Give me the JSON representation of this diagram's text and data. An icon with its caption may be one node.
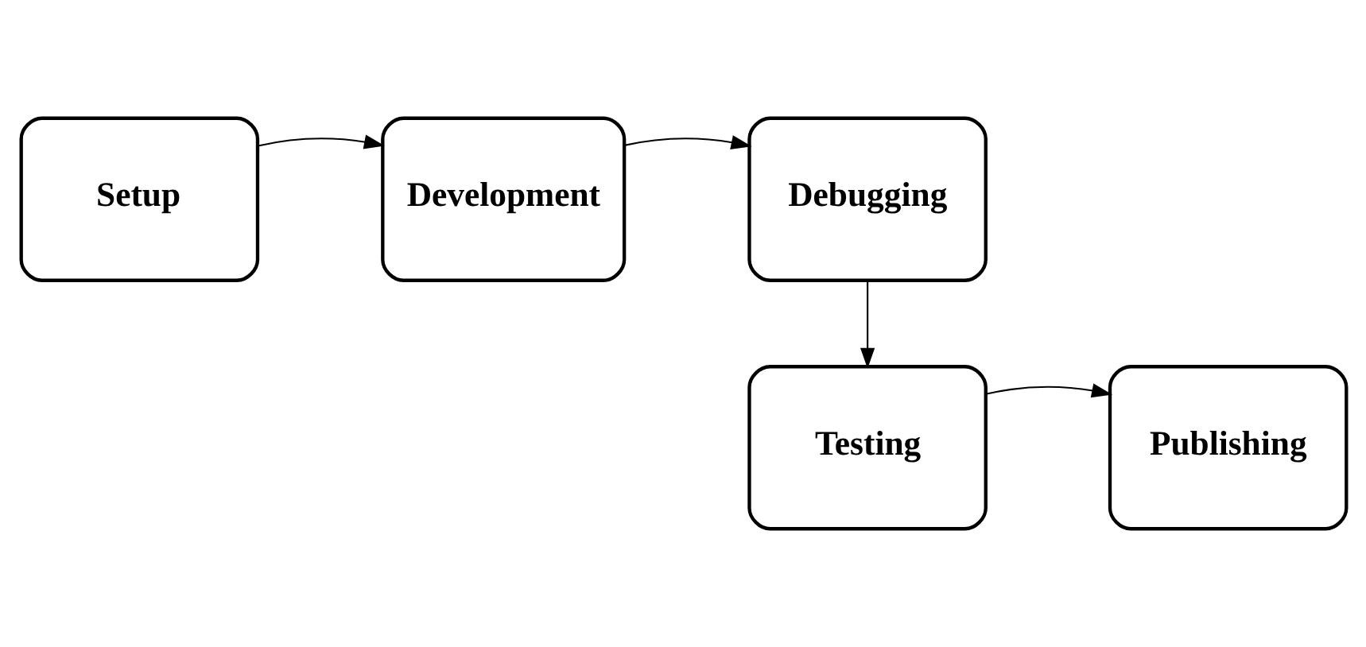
{
  "diagram": {
    "nodes": [
      {
        "text": [
          "Setup"
        ]
      },
      {
        "text": [
          "Development"
        ]
      },
      {
        "text": [
          "Debugging"
        ]
      },
      {
        "text": [
          "Testing"
        ]
      },
      {
        "text": [
          "Publishing"
        ]
      }
    ],
    "edges": [
      {
        "from": 0,
        "to": 1,
        "arrow": "to"
      },
      {
        "from": 1,
        "to": 2,
        "arrow": "to"
      },
      {
        "from": 2,
        "to": 3,
        "arrow": "to"
      },
      {
        "from": 3,
        "to": 4,
        "arrow": "to"
      }
    ]
  }
}
